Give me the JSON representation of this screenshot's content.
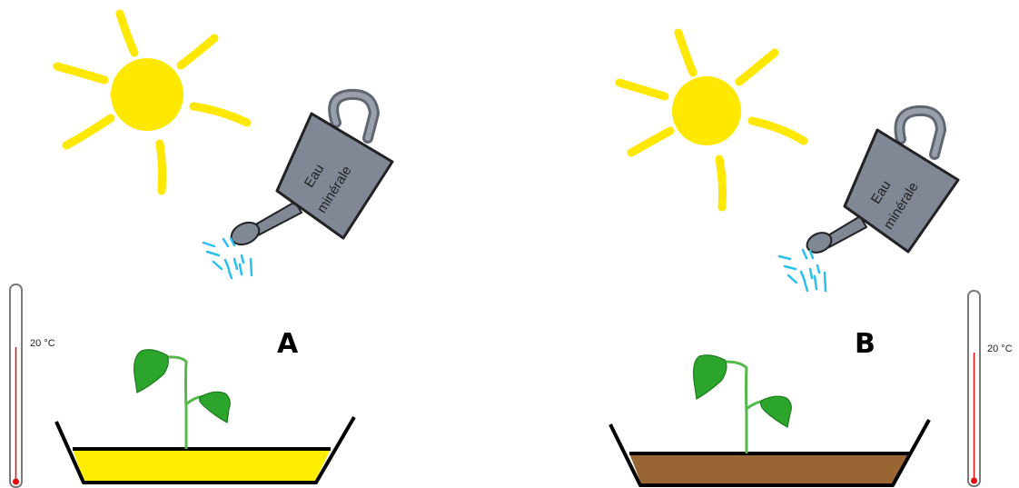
{
  "colors": {
    "sun": "#ffe800",
    "can": "#808795",
    "water": "#29c0ee",
    "leaf": "#2ca52c",
    "stem": "#55b84a",
    "thermometer_liquid": "#e11010"
  },
  "panels": [
    {
      "id": "A",
      "label": "A",
      "can_text_line1": "Eau",
      "can_text_line2": "minérale",
      "thermometer_label": "20 °C",
      "substrate_color": "#ffee00"
    },
    {
      "id": "B",
      "label": "B",
      "can_text_line1": "Eau",
      "can_text_line2": "minérale",
      "thermometer_label": "20 °C",
      "substrate_color": "#996633"
    }
  ]
}
